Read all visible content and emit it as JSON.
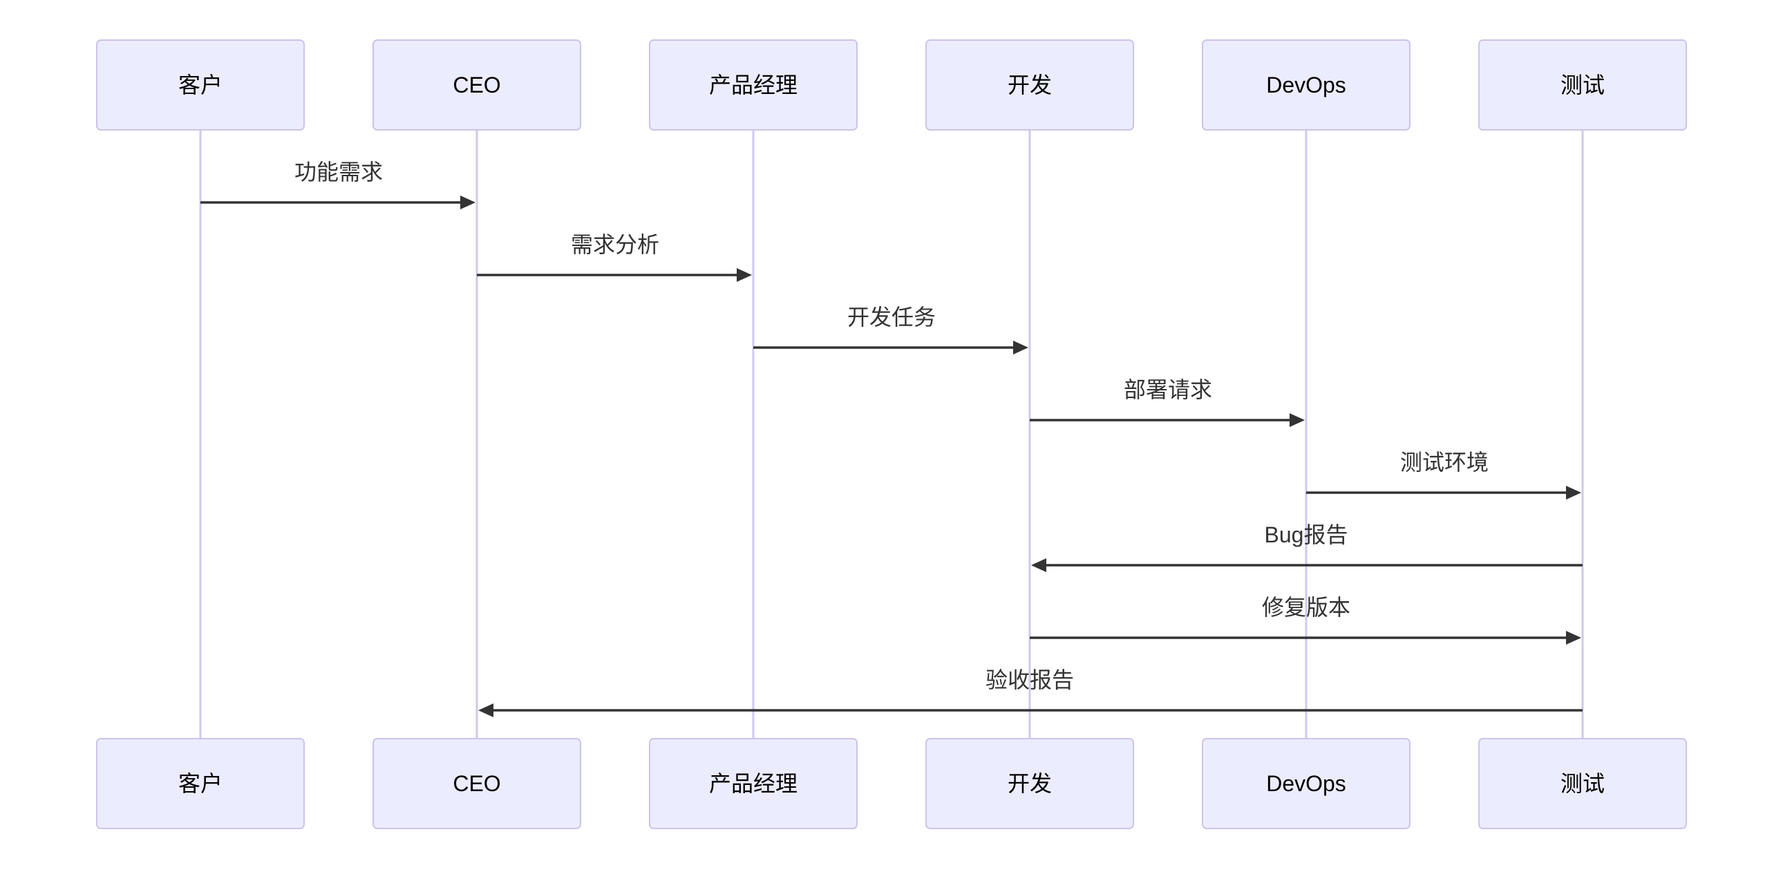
{
  "diagram": {
    "type": "sequence-diagram",
    "background": "#ffffff",
    "actors": [
      {
        "id": "customer",
        "label": "客户"
      },
      {
        "id": "ceo",
        "label": "CEO"
      },
      {
        "id": "product-manager",
        "label": "产品经理"
      },
      {
        "id": "developer",
        "label": "开发"
      },
      {
        "id": "devops",
        "label": "DevOps"
      },
      {
        "id": "tester",
        "label": "测试"
      }
    ],
    "messages": [
      {
        "label": "功能需求",
        "from": "customer",
        "to": "ceo"
      },
      {
        "label": "需求分析",
        "from": "ceo",
        "to": "product-manager"
      },
      {
        "label": "开发任务",
        "from": "product-manager",
        "to": "developer"
      },
      {
        "label": "部署请求",
        "from": "developer",
        "to": "devops"
      },
      {
        "label": "测试环境",
        "from": "devops",
        "to": "tester"
      },
      {
        "label": "Bug报告",
        "from": "tester",
        "to": "developer"
      },
      {
        "label": "修复版本",
        "from": "developer",
        "to": "tester"
      },
      {
        "label": "验收报告",
        "from": "tester",
        "to": "ceo"
      }
    ],
    "colors": {
      "actor_fill": "#ECECFF",
      "actor_border": "#CCC3EB",
      "actor_text": "#000000",
      "lifeline": "#CFC8EE",
      "arrow": "#333333",
      "message_text": "#333333"
    }
  }
}
